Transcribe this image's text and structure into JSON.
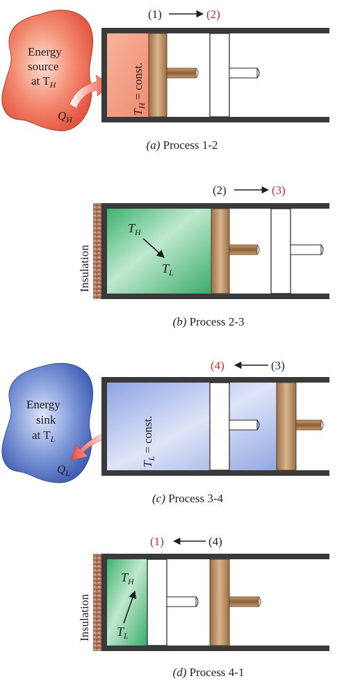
{
  "colors": {
    "cylinder": "#3a3a3a",
    "piston": "#b98a5a",
    "rod": "#a9764a",
    "hot_gas": "#f2a48a",
    "hot_blob": "#ec6a55",
    "expand_gas": "#6cc98e",
    "cold_gas": "#aab9e8",
    "cold_blob": "#4f6fbe",
    "state_red": "#d7262a",
    "insulation": "#a56a4f"
  },
  "panel_a": {
    "state_from": "(1)",
    "state_to": "(2)",
    "source_line1": "Energy",
    "source_line2": "source",
    "source_line3": "at T",
    "source_sub": "H",
    "q": "Q",
    "q_sub": "H",
    "gas_label": "T",
    "gas_sub": "H",
    "gas_rest": " = const.",
    "caption_letter": "(a)",
    "caption_text": " Process 1-2"
  },
  "panel_b": {
    "state_from": "(2)",
    "state_to": "(3)",
    "insulation": "Insulation",
    "t_top": "T",
    "t_top_sub": "H",
    "t_bot": "T",
    "t_bot_sub": "L",
    "caption_letter": "(b)",
    "caption_text": " Process 2-3"
  },
  "panel_c": {
    "state_to": "(4)",
    "state_from": "(3)",
    "sink_line1": "Energy",
    "sink_line2": "sink",
    "sink_line3": "at T",
    "sink_sub": "L",
    "q": "Q",
    "q_sub": "L",
    "gas_label": "T",
    "gas_sub": "L",
    "gas_rest": " = const.",
    "caption_letter": "(c)",
    "caption_text": " Process 3-4"
  },
  "panel_d": {
    "state_to": "(1)",
    "state_from": "(4)",
    "insulation": "Insulation",
    "t_top": "T",
    "t_top_sub": "H",
    "t_bot": "T",
    "t_bot_sub": "L",
    "caption_letter": "(d)",
    "caption_text": " Process 4-1"
  }
}
